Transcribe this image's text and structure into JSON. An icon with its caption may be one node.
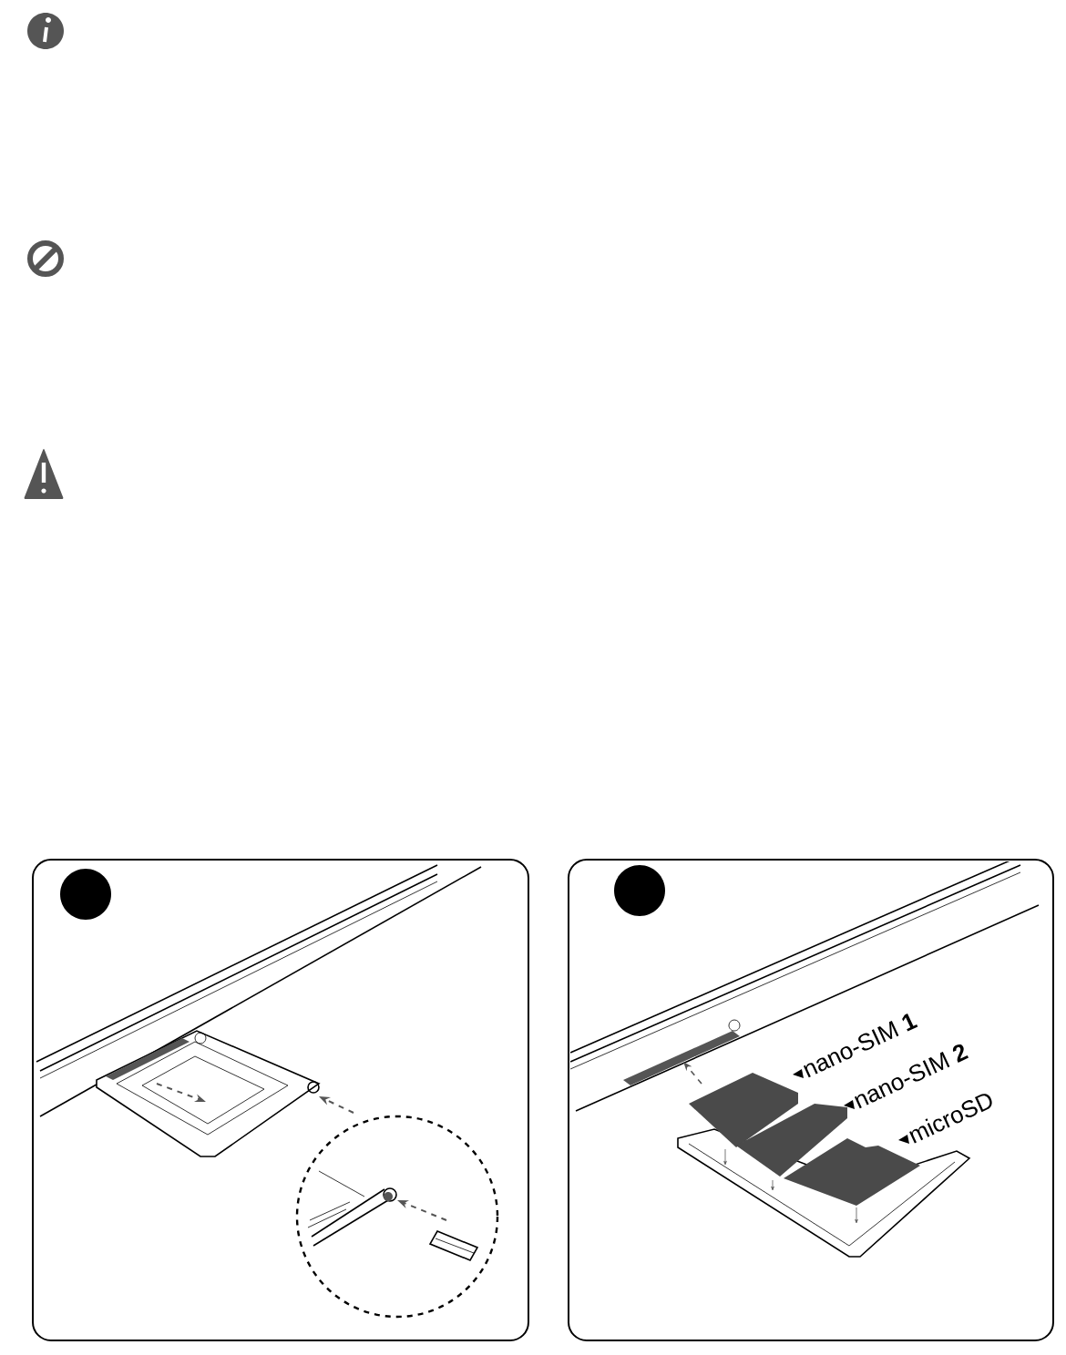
{
  "diagram": {
    "labels": [
      "nano-SIM **1**",
      "nano-SIM **2**",
      "microSD"
    ]
  }
}
